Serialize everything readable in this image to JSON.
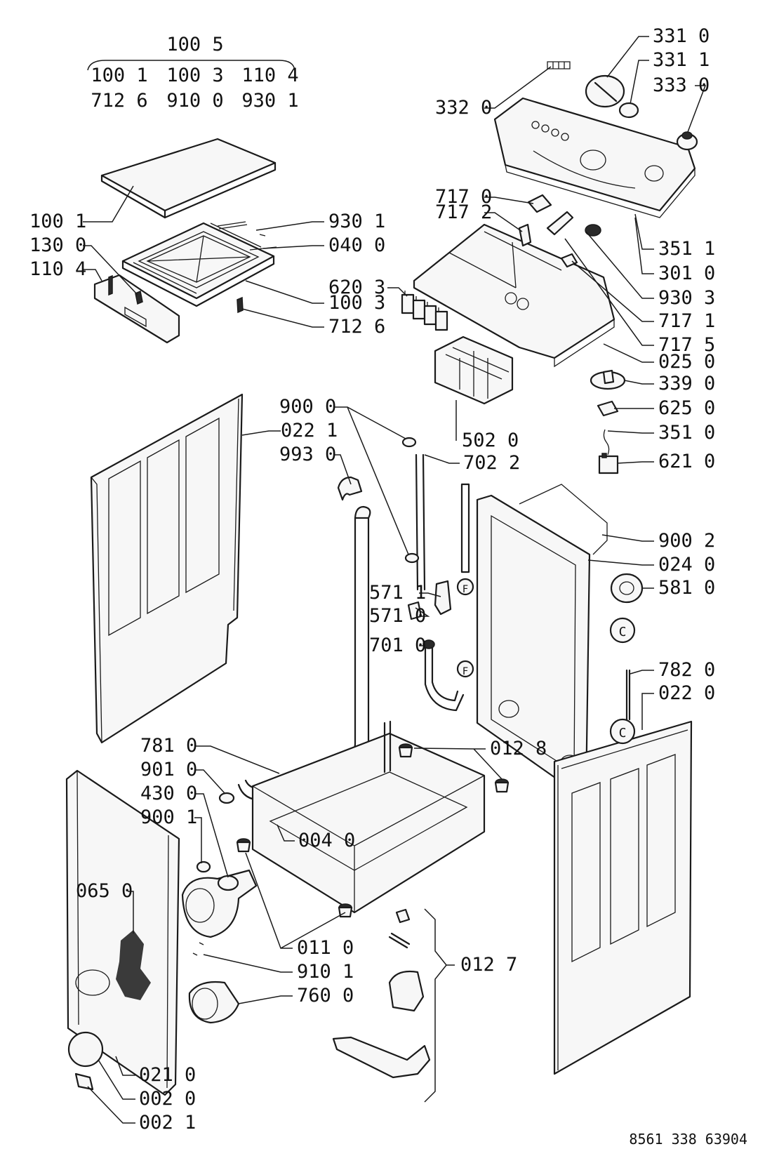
{
  "kit_header": {
    "title": "100 5",
    "rows": [
      [
        "100 1",
        "100 3",
        "110 4"
      ],
      [
        "712 6",
        "910 0",
        "930 1"
      ]
    ]
  },
  "callouts": {
    "c3310": "331 0",
    "c3311": "331 1",
    "c3320": "332 0",
    "c3330": "333 0",
    "c7170": "717 0",
    "c7172": "717 2",
    "c1001": "100 1",
    "c9301": "930 1",
    "c1300": "130 0",
    "c0400": "040 0",
    "c1104": "110 4",
    "c6203": "620 3",
    "c1003": "100 3",
    "c7126": "712 6",
    "c3511": "351 1",
    "c3010": "301 0",
    "c9303": "930 3",
    "c7171": "717 1",
    "c7175": "717 5",
    "c0250": "025 0",
    "c3390": "339 0",
    "c6250": "625 0",
    "c3510": "351 0",
    "c6210": "621 0",
    "c9000": "900 0",
    "c0221": "022 1",
    "c9930": "993 0",
    "c5020": "502 0",
    "c7022": "702 2",
    "c9002": "900 2",
    "c0240": "024 0",
    "c5711": "571 1",
    "c5710": "571 0",
    "c5810": "581 0",
    "c7010": "701 0",
    "c7820": "782 0",
    "c0220": "022 0",
    "c7810": "781 0",
    "c0128": "012 8",
    "c9010": "901 0",
    "c4300": "430 0",
    "c9001": "900 1",
    "c0040": "004 0",
    "c0650": "065 0",
    "c0110": "011 0",
    "c9101": "910 1",
    "c7600": "760 0",
    "c0127": "012 7",
    "c0210": "021 0",
    "c0020": "002 0",
    "c0021": "002 1"
  },
  "connector_letters": {
    "f_upper": "F",
    "f_lower": "F",
    "c_upper": "C",
    "c_lower": "C"
  },
  "footer": {
    "drawing_number": "8561 338 63904"
  }
}
